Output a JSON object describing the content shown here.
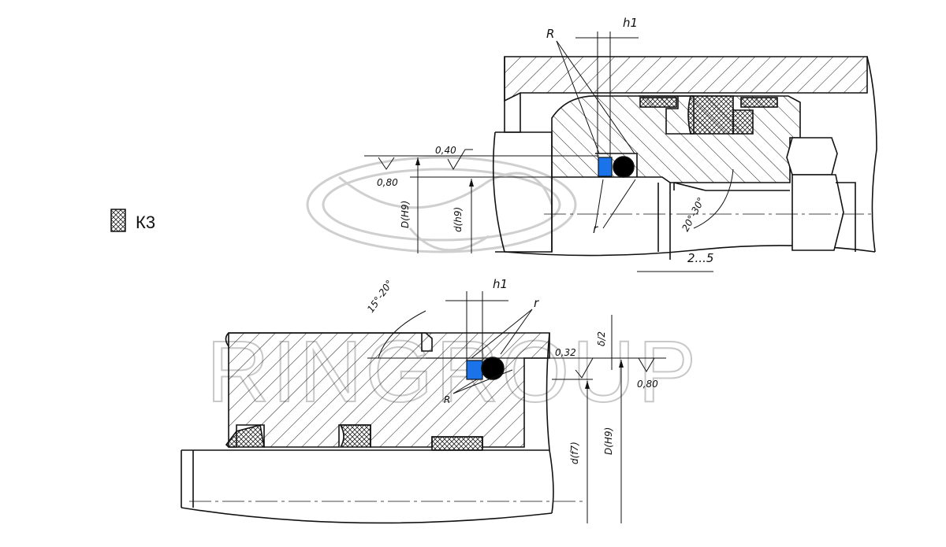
{
  "legend": {
    "icon": "crosshatch-square-icon",
    "label": "К3"
  },
  "watermark": {
    "text": "RINGROUP"
  },
  "top_view": {
    "labels": {
      "R": "R",
      "h1": "h1",
      "surface_inner": "0,40",
      "surface_outer": "0,80",
      "D": "D(H9)",
      "d": "d(h9)",
      "r": "r",
      "chamfer_angle": "20°-30°",
      "chamfer_length": "2...5"
    }
  },
  "bottom_view": {
    "labels": {
      "chamfer_angle": "15°-20°",
      "h1": "h1",
      "r": "r",
      "R": "R",
      "half_gap": "δ/2",
      "surface_inner": "0,32",
      "surface_outer": "0,80",
      "d": "d(f7)",
      "D": "D(H9)"
    }
  },
  "colors": {
    "backup_ring": "#1a73e8",
    "o_ring": "#000000",
    "line": "#111111",
    "watermark": "#c8c8c8"
  }
}
